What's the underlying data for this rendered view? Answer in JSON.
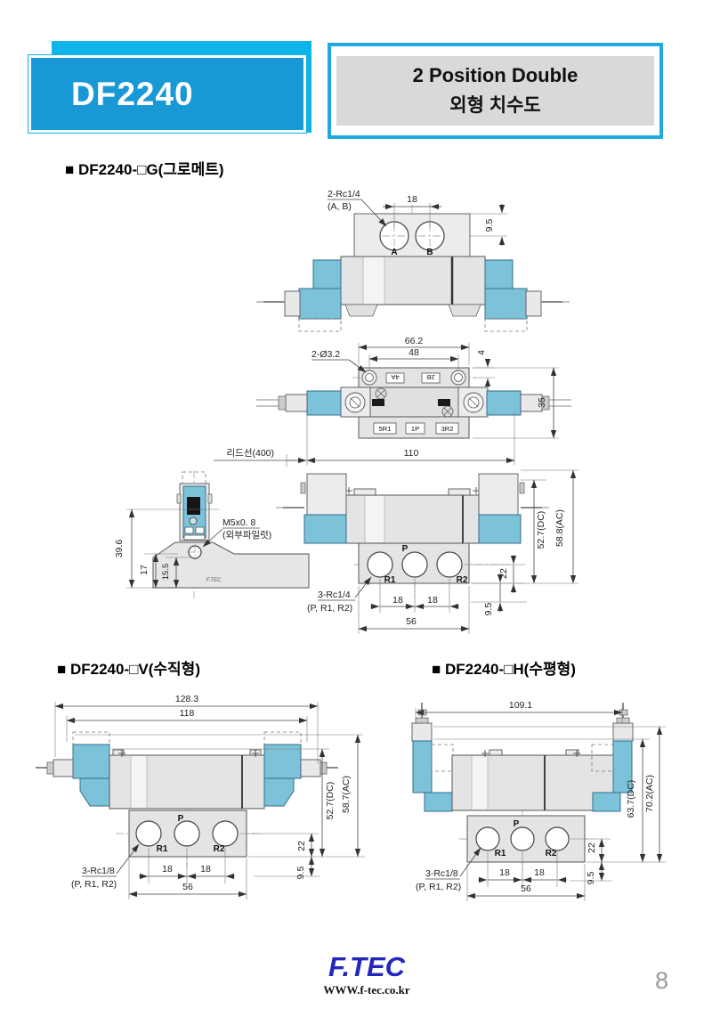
{
  "header": {
    "model": "DF2240",
    "title_line1": "2 Position Double",
    "title_line2": "외형 치수도"
  },
  "sections": {
    "g": "■ DF2240-□G(그로메트)",
    "v": "■ DF2240-□V(수직형)",
    "h": "■ DF2240-□H(수평형)"
  },
  "g_top": {
    "thread_note": "2-Rc1/4",
    "thread_note2": "(A, B)",
    "dim_pitch": "18",
    "dim_depth": "9.5",
    "port_a": "A",
    "port_b": "B"
  },
  "g_plan": {
    "dim_outer": "66.2",
    "dim_inner": "48",
    "dim_offset": "4",
    "dim_height": "35",
    "dim_length": "110",
    "hole_note": "2-Ø3.2",
    "lead_note": "리드선(400)",
    "tag_4a": "4A",
    "tag_2b": "2B",
    "tag_5r1": "5R1",
    "tag_1p": "1P",
    "tag_3r2": "3R2"
  },
  "g_side": {
    "dim_total": "39.6",
    "dim_mid": "17",
    "dim_low": "15.5",
    "pilot_note": "M5x0. 8",
    "pilot_note2": "(외부파일럿)",
    "brand_mark": "F.TEC"
  },
  "g_front": {
    "dim_dc": "52.7(DC)",
    "dim_ac": "58.8(AC)",
    "dim_center": "22",
    "dim_p1": "18",
    "dim_p2": "18",
    "dim_width": "56",
    "dim_depth": "9.5",
    "thread_note": "3-Rc1/4",
    "thread_note2": "(P, R1, R2)",
    "port_p": "P",
    "port_r1": "R1",
    "port_r2": "R2"
  },
  "v_view": {
    "dim_total": "128.3",
    "dim_inner": "118",
    "dim_dc": "52.7(DC)",
    "dim_ac": "58.7(AC)",
    "dim_center": "22",
    "dim_p1": "18",
    "dim_p2": "18",
    "dim_width": "56",
    "dim_depth": "9.5",
    "thread_note": "3-Rc1/8",
    "thread_note2": "(P, R1, R2)",
    "port_p": "P",
    "port_r1": "R1",
    "port_r2": "R2"
  },
  "h_view": {
    "dim_total": "109.1",
    "dim_dc": "63.7(DC)",
    "dim_ac": "70.2(AC)",
    "dim_center": "22",
    "dim_p1": "18",
    "dim_p2": "18",
    "dim_width": "56",
    "dim_depth": "9.5",
    "thread_note": "3-Rc1/8",
    "thread_note2": "(P, R1, R2)",
    "port_p": "P",
    "port_r1": "R1",
    "port_r2": "R2"
  },
  "footer": {
    "logo": "F.TEC",
    "url": "WWW.f-tec.co.kr",
    "page_number": "8"
  },
  "colors": {
    "accent_cyan": "#0db4e7",
    "header_blue": "#1899d6",
    "solenoid_cyan": "#7cc2d9",
    "logo_blue": "#2427bd"
  }
}
